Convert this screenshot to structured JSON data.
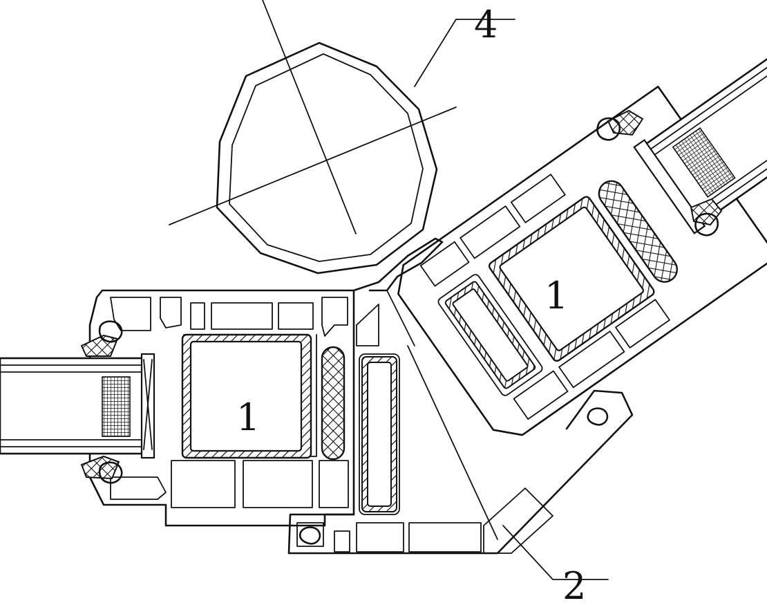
{
  "labels": {
    "tube_left": "1",
    "tube_right": "1",
    "frame_profile": "2",
    "roller": "4"
  }
}
